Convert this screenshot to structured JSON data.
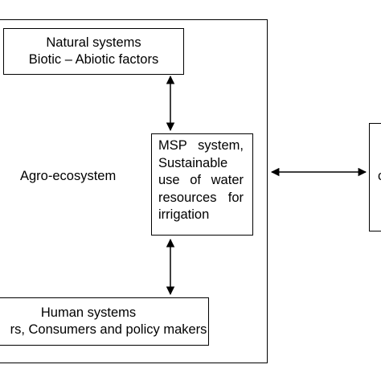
{
  "diagram": {
    "outer_label": "Agro-ecosystem",
    "natural": {
      "line1": "Natural systems",
      "line2": "Biotic – Abiotic factors"
    },
    "msp": {
      "line1": "MSP system,",
      "line2": "Sustainable",
      "line3": "use of water",
      "line4": "resources for",
      "line5": "irrigation"
    },
    "human": {
      "line1": "Human systems",
      "line2": "rs, Consumers and policy makers"
    },
    "right_fragment": "c"
  },
  "colors": {
    "stroke": "#000000",
    "background": "#ffffff"
  }
}
